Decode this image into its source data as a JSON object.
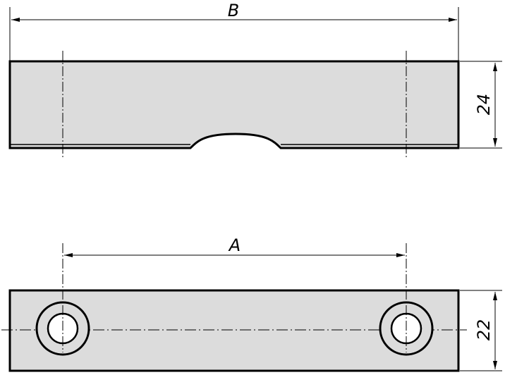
{
  "colors": {
    "part_fill": "#dcdcdc",
    "line": "#000000",
    "background": "#ffffff"
  },
  "dimensions": {
    "overall_length": "B",
    "hole_spacing": "A",
    "side_height": "24",
    "top_width": "22"
  }
}
